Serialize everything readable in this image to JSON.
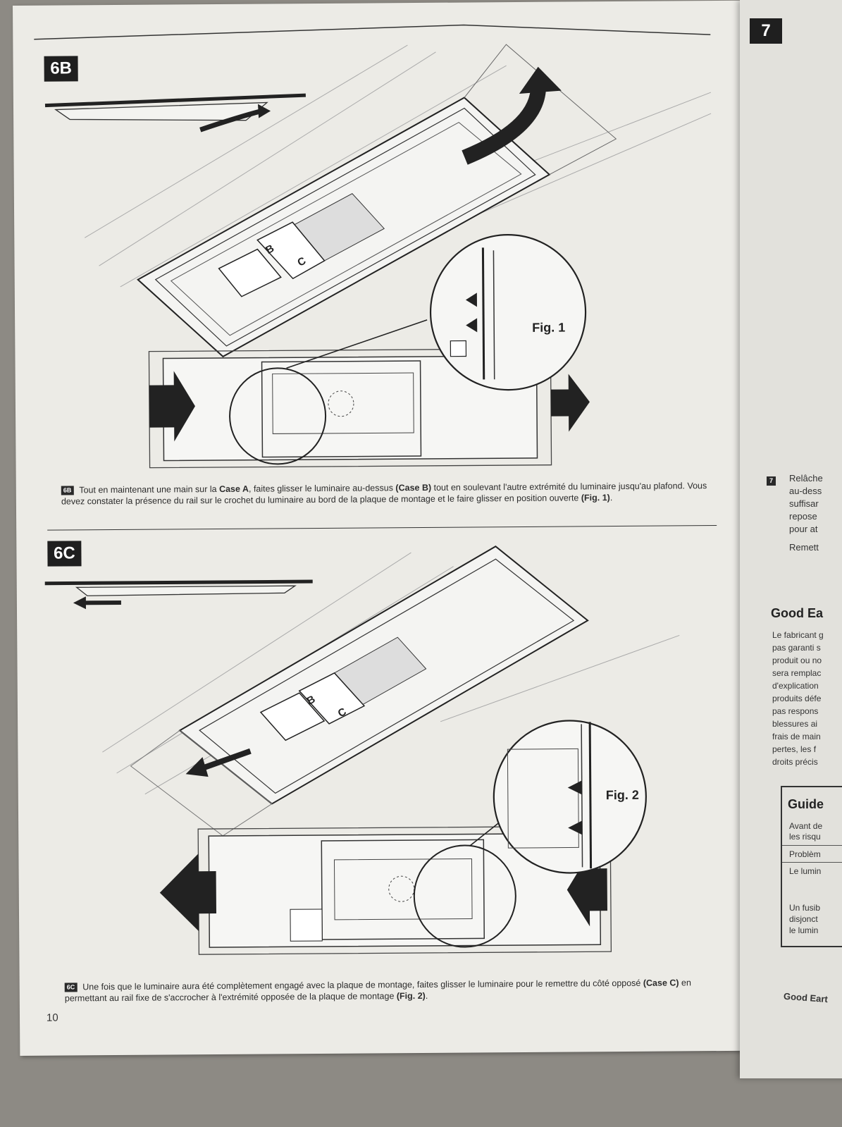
{
  "left_page": {
    "step_6b": {
      "badge": "6B",
      "caption_tag": "6B",
      "caption_1": "Tout en maintenant une main sur la ",
      "case_a": "Case A",
      "caption_2": ", faites glisser le luminaire au-dessus ",
      "case_b": "(Case B)",
      "caption_3": " tout en soulevant l'autre extrémité du luminaire jusqu'au plafond. Vous devez constater la présence du rail sur le crochet du luminaire au bord de la plaque de montage et le faire glisser en position ouverte ",
      "fig_ref": "(Fig. 1)",
      "caption_4": ".",
      "fig_label": "Fig. 1",
      "label_b": "B",
      "label_c": "C"
    },
    "step_6c": {
      "badge": "6C",
      "caption_tag": "6C",
      "caption_1": "Une fois que le luminaire aura été complètement engagé avec la plaque de montage, faites glisser le luminaire pour le remettre du côté opposé ",
      "case_c": "(Case C)",
      "caption_2": " en permettant au rail fixe de s'accrocher à l'extrémité opposée de la plaque de montage ",
      "fig_ref": "(Fig. 2)",
      "caption_3": ".",
      "fig_label": "Fig. 2",
      "label_b": "B",
      "label_c": "C"
    },
    "page_number": "10"
  },
  "right_page": {
    "badge": "7",
    "step_tag": "7",
    "step_lines": [
      "Relâche",
      "au-dess",
      "suffisar",
      "repose",
      "pour at",
      "Remett"
    ],
    "heading": "Good Ea",
    "warranty_lines": [
      "Le fabricant g",
      "pas garanti s",
      "produit ou no",
      "sera remplac",
      "d'explication",
      "produits défe",
      "pas respons",
      "blessures ai",
      "frais de main",
      "pertes, les f",
      "droits précis"
    ],
    "guide_title": "Guide",
    "guide_lines": [
      "Avant de",
      "les risqu",
      "Problèm",
      "Le lumin",
      "Un fusib",
      "disjonct",
      "le lumin"
    ],
    "footer": "Good Eart"
  }
}
